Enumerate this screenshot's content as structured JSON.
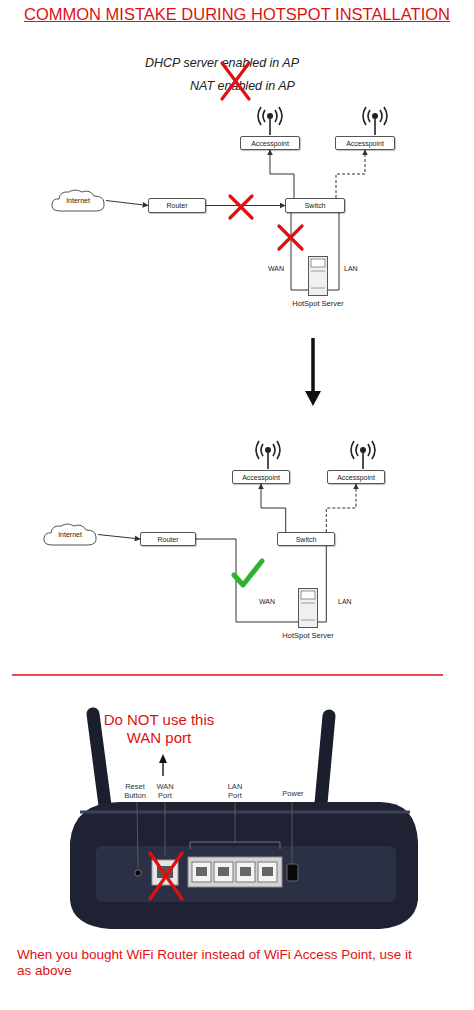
{
  "diagram": {
    "title": "COMMON MISTAKE DURING HOTSPOT INSTALLATION",
    "nodes": [
      {
        "text": [
          "Accesspoint"
        ]
      },
      {
        "text": [
          "Accesspoint"
        ]
      },
      {
        "text": [
          "Internet"
        ]
      },
      {
        "text": [
          "Router"
        ]
      },
      {
        "text": [
          "Switch"
        ]
      },
      {
        "text": [
          "HotSpot Server"
        ]
      },
      {
        "text": [
          "Accesspoint"
        ]
      },
      {
        "text": [
          "Accesspoint"
        ]
      },
      {
        "text": [
          "Internet"
        ]
      },
      {
        "text": [
          "Router"
        ]
      },
      {
        "text": [
          "Switch"
        ]
      },
      {
        "text": [
          "HotSpot Server"
        ]
      }
    ],
    "edges": [
      {
        "from": 2,
        "to": 3,
        "arrow": "to"
      },
      {
        "from": 3,
        "to": 4,
        "arrow": "to"
      },
      {
        "from": 4,
        "to": 0,
        "arrow": "to"
      },
      {
        "from": 4,
        "to": 1,
        "arrow": "to"
      },
      {
        "from": 4,
        "to": 5,
        "arrow": "none"
      },
      {
        "from": 5,
        "to": 4,
        "arrow": "none"
      },
      {
        "from": 8,
        "to": 9,
        "arrow": "to"
      },
      {
        "from": 9,
        "to": 11,
        "arrow": "none"
      },
      {
        "from": 10,
        "to": 6,
        "arrow": "to"
      },
      {
        "from": 10,
        "to": 7,
        "arrow": "to"
      },
      {
        "from": 11,
        "to": 10,
        "arrow": "none"
      }
    ],
    "labels": [
      "DHCP server enabled in AP",
      "NAT enabled in AP",
      "WAN",
      "LAN",
      "WAN",
      "LAN",
      "Do NOT use this WAN port",
      "Reset Button",
      "WAN Port",
      "LAN Port",
      "Power",
      "When you bought WiFi Router instead of WiFi Access Point, use it as above"
    ]
  }
}
